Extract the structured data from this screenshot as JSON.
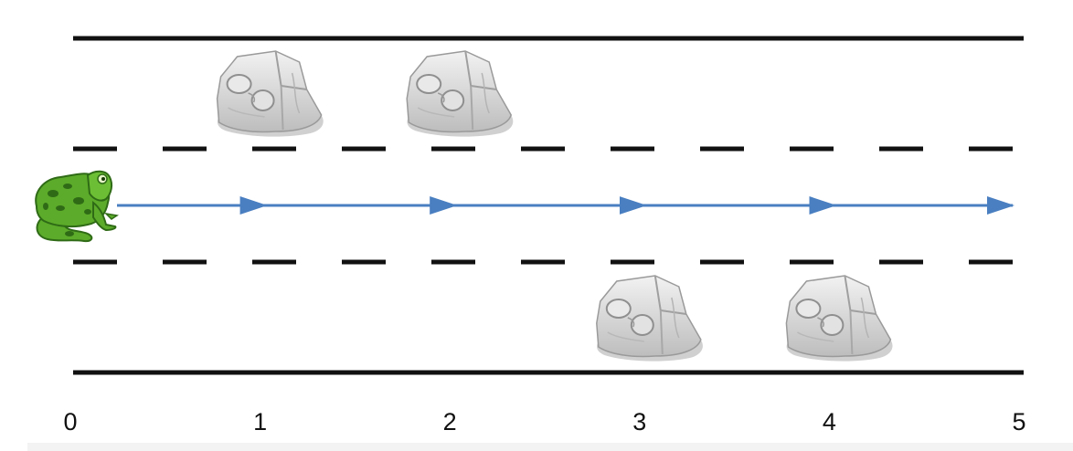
{
  "axis": {
    "labels": [
      "0",
      "1",
      "2",
      "3",
      "4",
      "5"
    ]
  },
  "jumps": [
    {
      "from": 0,
      "to": 1
    },
    {
      "from": 1,
      "to": 2
    },
    {
      "from": 2,
      "to": 3
    },
    {
      "from": 3,
      "to": 4
    },
    {
      "from": 4,
      "to": 5
    }
  ],
  "rocks": [
    {
      "lane": "top",
      "position": 1
    },
    {
      "lane": "top",
      "position": 2
    },
    {
      "lane": "bottom",
      "position": 3
    },
    {
      "lane": "bottom",
      "position": 4
    }
  ],
  "colors": {
    "arrow": "#4a7fc1",
    "road_line": "#111111",
    "frog": "#5cab2a",
    "frog_dark": "#2f6b16",
    "rock": "#d6d6d6",
    "rock_shadow": "#a9a9a9"
  },
  "icons": {
    "frog": "frog-icon",
    "rock": "rock-icon"
  }
}
